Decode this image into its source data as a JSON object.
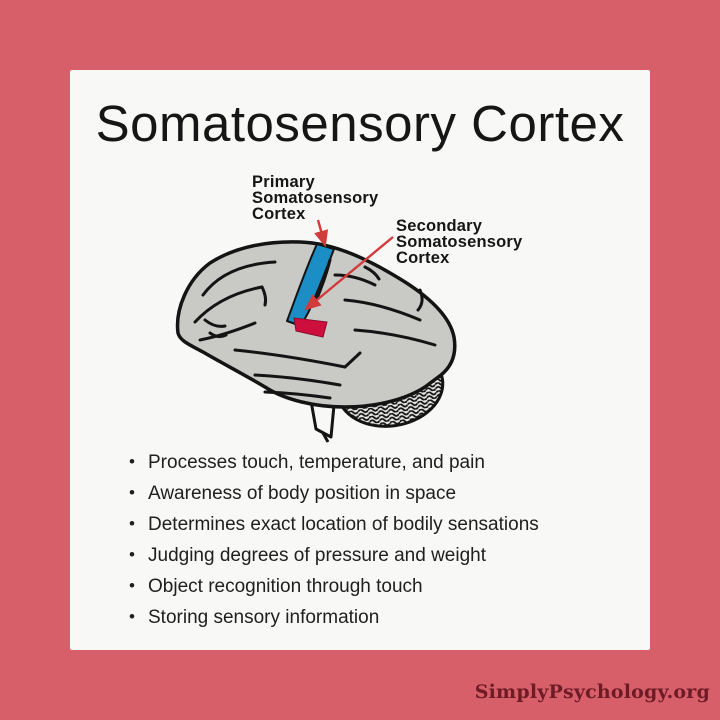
{
  "canvas": {
    "background_color": "#d65f6a",
    "card_color": "#f8f8f6"
  },
  "title": "Somatosensory Cortex",
  "diagram": {
    "primary_label": {
      "line1": "Primary",
      "line2": "Somatosensory",
      "line3": "Cortex"
    },
    "secondary_label": {
      "line1": "Secondary",
      "line2": "Somatosensory",
      "line3": "Cortex"
    },
    "colors": {
      "brain_fill": "#c9c9c6",
      "brain_outline": "#141414",
      "primary_area_blue": "#1b8ec6",
      "secondary_area_red": "#ce0f3e",
      "arrow_red": "#d23b3b"
    }
  },
  "functions_list": [
    "Processes touch, temperature, and pain",
    "Awareness of body position in space",
    "Determines exact location of bodily sensations",
    "Judging degrees of pressure and weight",
    "Object recognition through touch",
    "Storing sensory information"
  ],
  "footer": {
    "brand": "SimplyPsychology.org",
    "text_color": "#6e1b26"
  }
}
